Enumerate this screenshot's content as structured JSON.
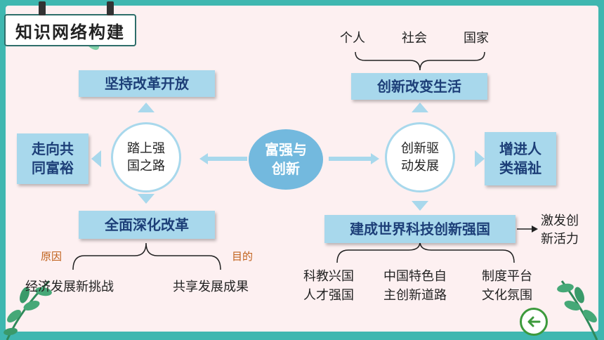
{
  "title": "知识网络构建",
  "center": "富强与\n创新",
  "left": {
    "circle": "踏上强\n国之路",
    "top_box": "坚持改革开放",
    "side_box": "走向共\n同富裕",
    "bottom_box": "全面深化改革",
    "reason_label": "原因",
    "purpose_label": "目的",
    "reason_text": "经济发展新挑战",
    "purpose_text": "共享发展成果"
  },
  "right": {
    "circle": "创新驱\n动发展",
    "top_box": "创新改变生活",
    "top_items": [
      "个人",
      "社会",
      "国家"
    ],
    "side_box": "增进人\n类福祉",
    "bottom_box": "建成世界科技创新强国",
    "arrow_text": "激发创\n新活力",
    "bottom_items": [
      "科教兴国\n人才强国",
      "中国特色自\n主创新道路",
      "制度平台\n文化氛围"
    ]
  },
  "colors": {
    "box": "#a8d8ec",
    "box_text": "#1d3f78",
    "center": "#73b9de",
    "frame": "#3fb7b0"
  },
  "icons": {
    "back": "back-arrow-icon"
  }
}
